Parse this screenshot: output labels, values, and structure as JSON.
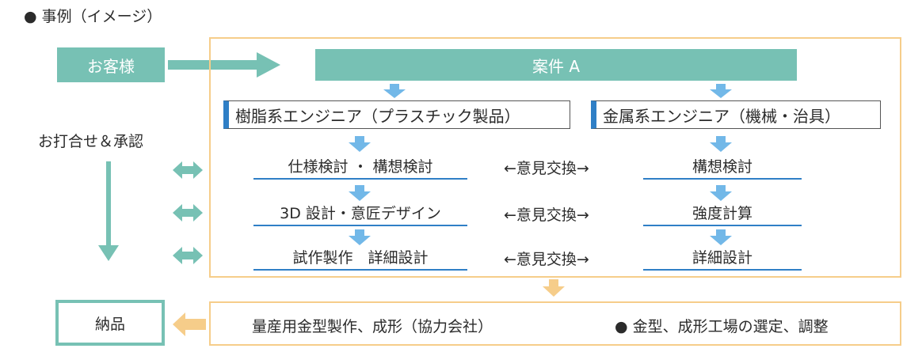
{
  "colors": {
    "teal": "#77c1b4",
    "orange": "#f6cd8a",
    "blue": "#2f7fc6",
    "arrow_blue": "#72b8e8"
  },
  "heading": "● 事例（イメージ）",
  "customer": "お客様",
  "case": "案件 A",
  "left_engineer": "樹脂系エンジニア（プラスチック製品）",
  "right_engineer": "金属系エンジニア（機械・治具）",
  "side_label": "お打合せ＆承認",
  "left_steps": [
    "仕様検討 ・ 構想検討",
    "3D 設計・意匠デザイン",
    "試作製作　詳細設計"
  ],
  "exchanges": [
    "←意見交換→",
    "←意見交換→",
    "←意見交換→"
  ],
  "right_steps": [
    "構想検討",
    "強度計算",
    "詳細設計"
  ],
  "bottom": {
    "left": "量産用金型製作、成形（協力会社）",
    "right": "●  金型、成形工場の選定、調整"
  },
  "delivery": "納品"
}
